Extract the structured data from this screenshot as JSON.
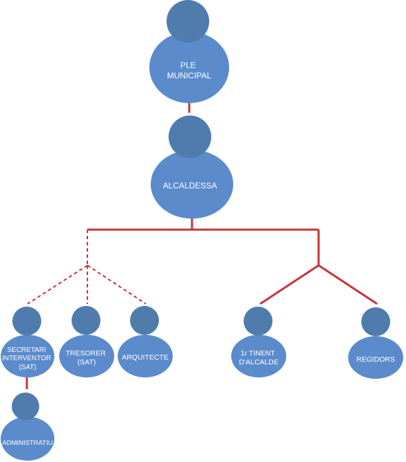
{
  "colors": {
    "head": "#4f7cac",
    "body": "#5b8bcb",
    "line_solid": "#c8323a",
    "line_dashed": "#c8323a",
    "text": "#ffffff"
  },
  "nodes": {
    "ple": {
      "lines": [
        "PLE",
        "MUNICIPAL"
      ]
    },
    "alcaldessa": {
      "lines": [
        "ALCALDESSA"
      ]
    },
    "secretari": {
      "lines": [
        "SECRETARI",
        "INTERVENTOR",
        "(SAT)"
      ]
    },
    "tresorer": {
      "lines": [
        "TRESORER",
        "(SAT)"
      ]
    },
    "arquitecte": {
      "lines": [
        "ARQUITECTE"
      ]
    },
    "tinent": {
      "lines": [
        "1r TINENT",
        "D'ALCALDE"
      ]
    },
    "regidors": {
      "lines": [
        "REGIDORS"
      ]
    },
    "administratiu": {
      "lines": [
        "ADMINISTRATIU"
      ]
    }
  }
}
